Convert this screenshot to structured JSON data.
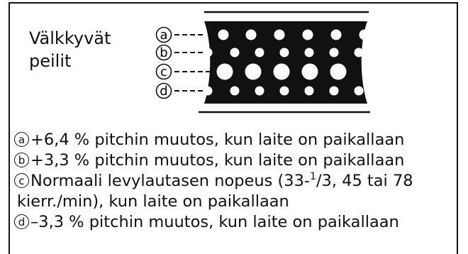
{
  "title": {
    "line1": "Välkkyvät",
    "line2": "peilit"
  },
  "markers": [
    "a",
    "b",
    "c",
    "d"
  ],
  "rows": [
    {
      "marker": "a",
      "text": "+6,4 % pitchin muutos, kun laite on paikallaan"
    },
    {
      "marker": "b",
      "text": "+3,3 % pitchin muutos, kun laite on paikallaan"
    },
    {
      "marker": "c",
      "text_pre": "Normaali levylautasen nopeus (33-",
      "sup": "1",
      "text_post": "/3, 45 tai 78",
      "text_line2": "kierr./min), kun laite on paikallaan"
    },
    {
      "marker": "d",
      "text": "–3,3 % pitchin muutos, kun laite on paikallaan"
    }
  ],
  "colors": {
    "ink": "#111111",
    "background": "#ffffff"
  }
}
